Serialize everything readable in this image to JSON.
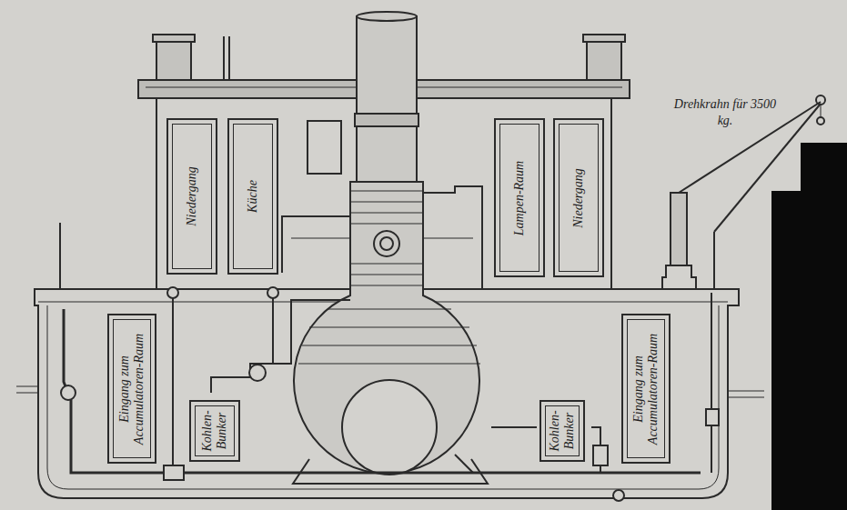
{
  "diagram": {
    "nodes": [
      {
        "text": [
          "Niedergang"
        ]
      },
      {
        "text": [
          "Küche"
        ]
      },
      {
        "text": [
          "Lampen-Raum"
        ]
      },
      {
        "text": [
          "Niedergang"
        ]
      },
      {
        "text": [
          "Eingang zum Accumulatoren-Raum"
        ]
      },
      {
        "text": [
          "Kohlen-Bunker"
        ]
      },
      {
        "text": [
          "Kohlen-Bunker"
        ]
      },
      {
        "text": [
          "Eingang zum Accumulatoren-Raum"
        ]
      }
    ],
    "labels": [
      "Drehkrahn für 3500 kg."
    ]
  }
}
